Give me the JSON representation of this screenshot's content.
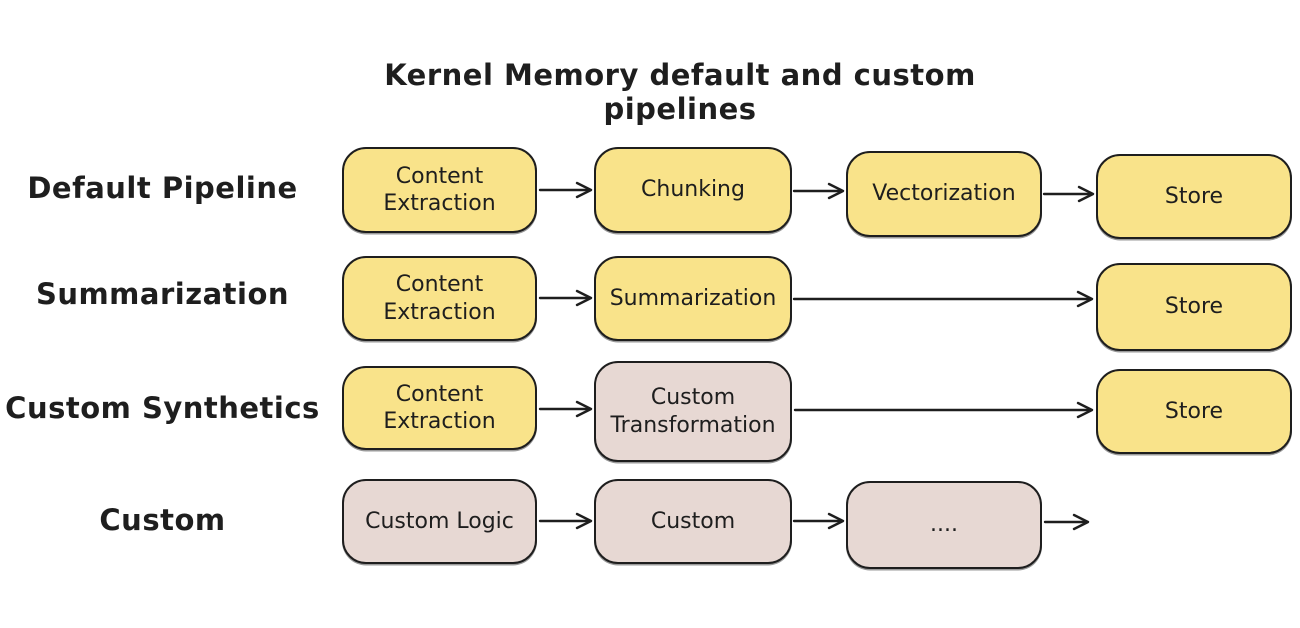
{
  "title": "Kernel Memory default and custom pipelines",
  "colors": {
    "background": "#FFFFFF",
    "node_yellow": "#F9E38A",
    "node_pink": "#E7D8D3",
    "stroke": "#1E1E1E"
  },
  "rows": [
    {
      "label": "Default Pipeline",
      "nodes": [
        {
          "label": "Content Extraction",
          "color": "yellow"
        },
        {
          "label": "Chunking",
          "color": "yellow"
        },
        {
          "label": "Vectorization",
          "color": "yellow"
        },
        {
          "label": "Store",
          "color": "yellow"
        }
      ],
      "edges": [
        [
          0,
          1
        ],
        [
          1,
          2
        ],
        [
          2,
          3
        ]
      ],
      "trailing_arrow": false
    },
    {
      "label": "Summarization",
      "nodes": [
        {
          "label": "Content Extraction",
          "color": "yellow"
        },
        {
          "label": "Summarization",
          "color": "yellow"
        },
        {
          "label": "Store",
          "color": "yellow"
        }
      ],
      "edges": [
        [
          0,
          1
        ],
        [
          1,
          2
        ]
      ],
      "trailing_arrow": false
    },
    {
      "label": "Custom Synthetics",
      "nodes": [
        {
          "label": "Content Extraction",
          "color": "yellow"
        },
        {
          "label": "Custom Transformation",
          "color": "pink"
        },
        {
          "label": "Store",
          "color": "yellow"
        }
      ],
      "edges": [
        [
          0,
          1
        ],
        [
          1,
          2
        ]
      ],
      "trailing_arrow": false
    },
    {
      "label": "Custom",
      "nodes": [
        {
          "label": "Custom Logic",
          "color": "pink"
        },
        {
          "label": "Custom",
          "color": "pink"
        },
        {
          "label": "....",
          "color": "pink"
        }
      ],
      "edges": [
        [
          0,
          1
        ],
        [
          1,
          2
        ]
      ],
      "trailing_arrow": true
    }
  ]
}
